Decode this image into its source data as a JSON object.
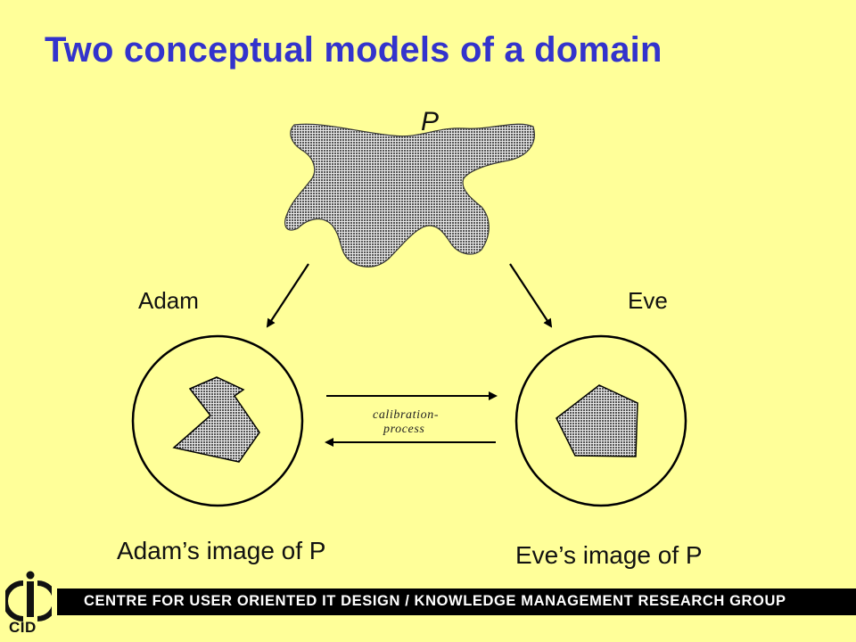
{
  "slide": {
    "title": "Two conceptual models of a domain"
  },
  "diagram": {
    "domain_label": "P",
    "left_person": "Adam",
    "right_person": "Eve",
    "process_line1": "calibration-",
    "process_line2": "process",
    "left_caption": "Adam’s image of P",
    "right_caption": "Eve’s image of P"
  },
  "footer": {
    "banner": "CENTRE FOR USER ORIENTED IT DESIGN / KNOWLEDGE MANAGEMENT RESEARCH GROUP",
    "logo_text": "CID"
  },
  "colors": {
    "background": "#ffff99",
    "title": "#3333cc",
    "shape_fill": "#9a9a9a"
  }
}
